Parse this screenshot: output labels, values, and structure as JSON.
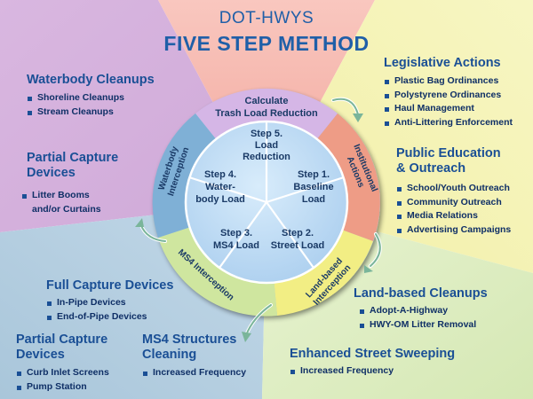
{
  "title": "DOT-HWYS",
  "subtitle": "FIVE STEP METHOD",
  "colors": {
    "top_pink": "#f7b6ad",
    "upper_left_purple": "#d7b4de",
    "upper_right_yellow": "#f6f3b4",
    "lower_left_blue": "#b6cfe0",
    "lower_right_green": "#dfeec0",
    "heading_blue": "#1a4f95",
    "inner_circle": "#b5d5f0"
  },
  "steps": {
    "step1": [
      "Step 1.",
      "Baseline",
      "Load"
    ],
    "step2": [
      "Step 2.",
      "Street Load"
    ],
    "step3": [
      "Step 3.",
      "MS4 Load"
    ],
    "step4": [
      "Step 4.",
      "Water-",
      "body Load"
    ],
    "step5": [
      "Step 5.",
      "Load",
      "Reduction"
    ]
  },
  "ring": {
    "calculate": [
      "Calculate",
      "Trash Load Reduction"
    ],
    "institutional": [
      "Institutional",
      "Actions"
    ],
    "land_based": [
      "Land-based",
      "Interception"
    ],
    "ms4": "MS4 Interception",
    "waterbody": [
      "Waterbody",
      "Interception"
    ]
  },
  "panels": {
    "waterbody_cleanups": {
      "heading": "Waterbody Cleanups",
      "items": [
        "Shoreline Cleanups",
        "Stream Cleanups"
      ]
    },
    "partial_capture_upper": {
      "heading": [
        "Partial Capture",
        "Devices"
      ],
      "items": [
        "Litter Booms",
        "and/or Curtains"
      ]
    },
    "full_capture": {
      "heading": "Full Capture Devices",
      "items": [
        "In-Pipe Devices",
        "End-of-Pipe Devices"
      ]
    },
    "partial_capture_lower": {
      "heading": [
        "Partial Capture",
        "Devices"
      ],
      "items": [
        "Curb Inlet Screens",
        "Pump Station"
      ]
    },
    "ms4_structures": {
      "heading": [
        "MS4 Structures",
        "Cleaning"
      ],
      "items": [
        "Increased Frequency"
      ]
    },
    "legislative": {
      "heading": "Legislative  Actions",
      "items": [
        "Plastic Bag Ordinances",
        "Polystyrene Ordinances",
        "Haul Management",
        "Anti-Littering Enforcement"
      ]
    },
    "public_education": {
      "heading": [
        "Public Education",
        "& Outreach"
      ],
      "items": [
        "School/Youth Outreach",
        "Community Outreach",
        "Media Relations",
        "Advertising Campaigns"
      ]
    },
    "land_cleanups": {
      "heading": "Land-based Cleanups",
      "items": [
        "Adopt-A-Highway",
        "HWY-OM Litter Removal"
      ]
    },
    "street_sweeping": {
      "heading": "Enhanced Street Sweeping",
      "items": [
        "Increased Frequency"
      ]
    }
  }
}
